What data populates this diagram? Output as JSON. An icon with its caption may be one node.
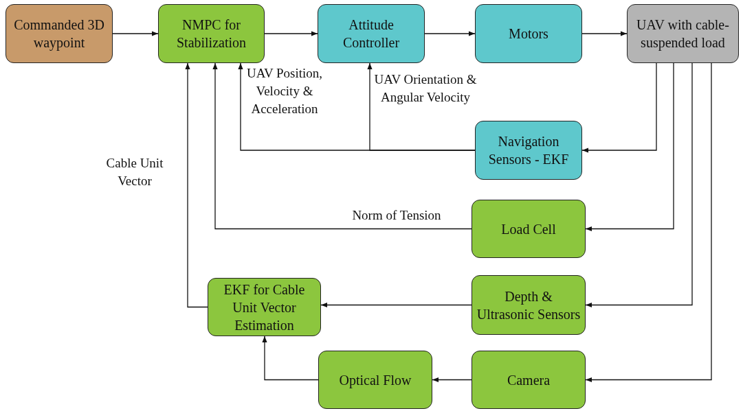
{
  "diagram": {
    "nodes": [
      {
        "text": [
          "Commanded 3D waypoint"
        ]
      },
      {
        "text": [
          "NMPC for Stabilization"
        ]
      },
      {
        "text": [
          "Attitude Controller"
        ]
      },
      {
        "text": [
          "Motors"
        ]
      },
      {
        "text": [
          "UAV with cable-suspended load"
        ]
      },
      {
        "text": [
          "Navigation Sensors - EKF"
        ]
      },
      {
        "text": [
          "Load Cell"
        ]
      },
      {
        "text": [
          "Depth & Ultrasonic Sensors"
        ]
      },
      {
        "text": [
          "EKF for Cable Unit Vector Estimation"
        ]
      },
      {
        "text": [
          "Optical Flow"
        ]
      },
      {
        "text": [
          "Camera"
        ]
      }
    ],
    "edges": [
      {
        "from": 0,
        "to": 1,
        "arrow": "to"
      },
      {
        "from": 1,
        "to": 2,
        "arrow": "to"
      },
      {
        "from": 2,
        "to": 3,
        "arrow": "to"
      },
      {
        "from": 3,
        "to": 4,
        "arrow": "to"
      },
      {
        "from": 4,
        "to": 5,
        "arrow": "to"
      },
      {
        "from": 5,
        "to": 1,
        "arrow": "to",
        "label": "UAV Position, Velocity & Acceleration"
      },
      {
        "from": 5,
        "to": 2,
        "arrow": "to",
        "label": "UAV Orientation & Angular Velocity"
      },
      {
        "from": 4,
        "to": 6,
        "arrow": "to"
      },
      {
        "from": 6,
        "to": 1,
        "arrow": "to",
        "label": "Norm of Tension"
      },
      {
        "from": 4,
        "to": 7,
        "arrow": "to"
      },
      {
        "from": 7,
        "to": 8,
        "arrow": "to"
      },
      {
        "from": 8,
        "to": 1,
        "arrow": "to",
        "label": "Cable Unit Vector"
      },
      {
        "from": 4,
        "to": 10,
        "arrow": "to"
      },
      {
        "from": 10,
        "to": 9,
        "arrow": "to"
      },
      {
        "from": 9,
        "to": 8,
        "arrow": "to"
      }
    ]
  }
}
